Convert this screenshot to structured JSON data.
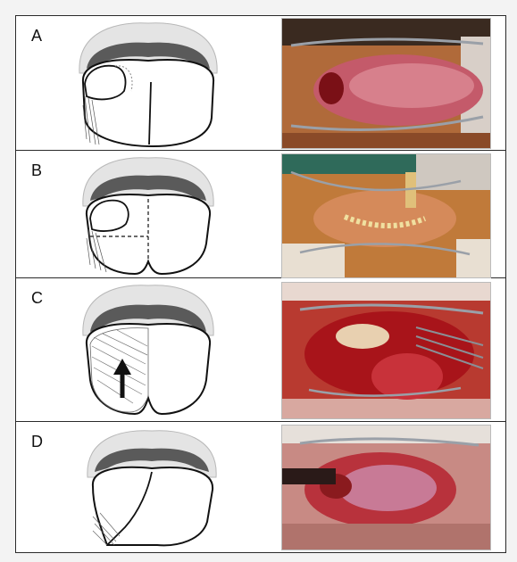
{
  "panels": [
    {
      "id": "A",
      "label": "A"
    },
    {
      "id": "B",
      "label": "B"
    },
    {
      "id": "C",
      "label": "C"
    },
    {
      "id": "D",
      "label": "D"
    }
  ],
  "colors": {
    "frame": "#2a2a2a",
    "teeth": "#5a5a5a",
    "lip": "#e4e4e4",
    "blood": "#a8141a",
    "tongue": "#c45a6a",
    "skin": "#b06a3a"
  },
  "icons": {
    "arrow": "up-arrow-icon"
  }
}
